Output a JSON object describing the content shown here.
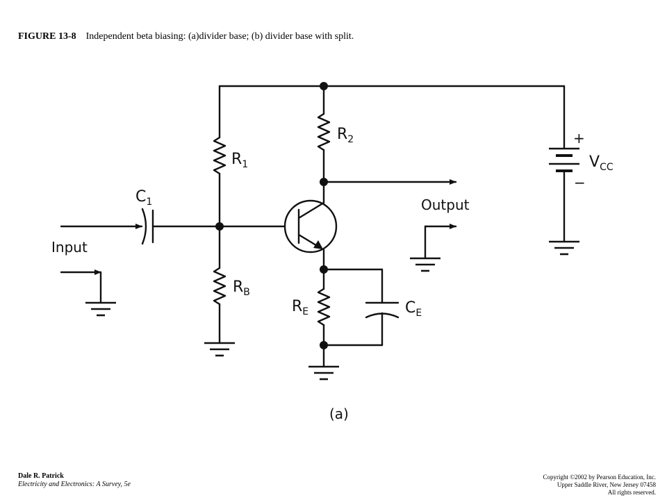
{
  "caption": {
    "figure_number": "FIGURE 13-8",
    "text": "Independent beta biasing: (a)divider base; (b) divider base with split."
  },
  "labels": {
    "r1": "R",
    "r1_sub": "1",
    "r2": "R",
    "r2_sub": "2",
    "rb": "R",
    "rb_sub": "B",
    "re": "R",
    "re_sub": "E",
    "c1": "C",
    "c1_sub": "1",
    "ce": "C",
    "ce_sub": "E",
    "vcc": "V",
    "vcc_sub": "CC",
    "plus": "+",
    "minus": "−",
    "input": "Input",
    "output": "Output",
    "panel": "(a)"
  },
  "footer": {
    "author": "Dale R. Patrick",
    "book": "Electricity and Electronics:  A Survey, 5e",
    "copyright": "Copyright ©2002 by Pearson Education, Inc.",
    "address": "Upper Saddle River, New Jersey 07458",
    "rights": "All rights reserved."
  }
}
